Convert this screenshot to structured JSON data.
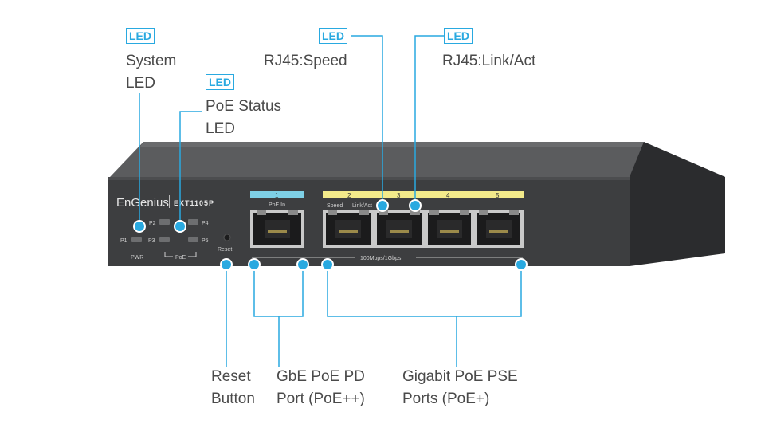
{
  "tags": {
    "system_led": "LED",
    "poe_status": "LED",
    "speed": "LED",
    "link_act": "LED"
  },
  "captions": {
    "system_led": [
      "System",
      "LED"
    ],
    "poe_status": [
      "PoE Status",
      "LED"
    ],
    "speed": "RJ45:Speed",
    "link_act": "RJ45:Link/Act",
    "reset": [
      "Reset",
      "Button"
    ],
    "pd_port": [
      "GbE PoE PD",
      "Port (PoE++)"
    ],
    "pse_ports": [
      "Gigabit PoE PSE",
      "Ports (PoE+)"
    ]
  },
  "device": {
    "brand": "EnGenius",
    "model": "EXT1105P",
    "led_labels": {
      "p1": "P1",
      "p2": "P2",
      "p3": "P3",
      "p4": "P4",
      "p5": "P5",
      "pwr": "PWR",
      "poe": "PoE"
    },
    "reset_label": "Reset",
    "port1": {
      "number": "1",
      "label": "PoE In"
    },
    "pse_numbers": [
      "2",
      "3",
      "4",
      "5"
    ],
    "speed_label": "Speed",
    "link_label": "Link/Act",
    "speed_note": "100Mbps/1Gbps"
  },
  "colors": {
    "accent": "#29a9e0",
    "device_body": "#3c3d3f",
    "device_top": "#595a5c",
    "port1_strip": "#7ed0e6",
    "pse_strip": "#f3ea8a"
  }
}
